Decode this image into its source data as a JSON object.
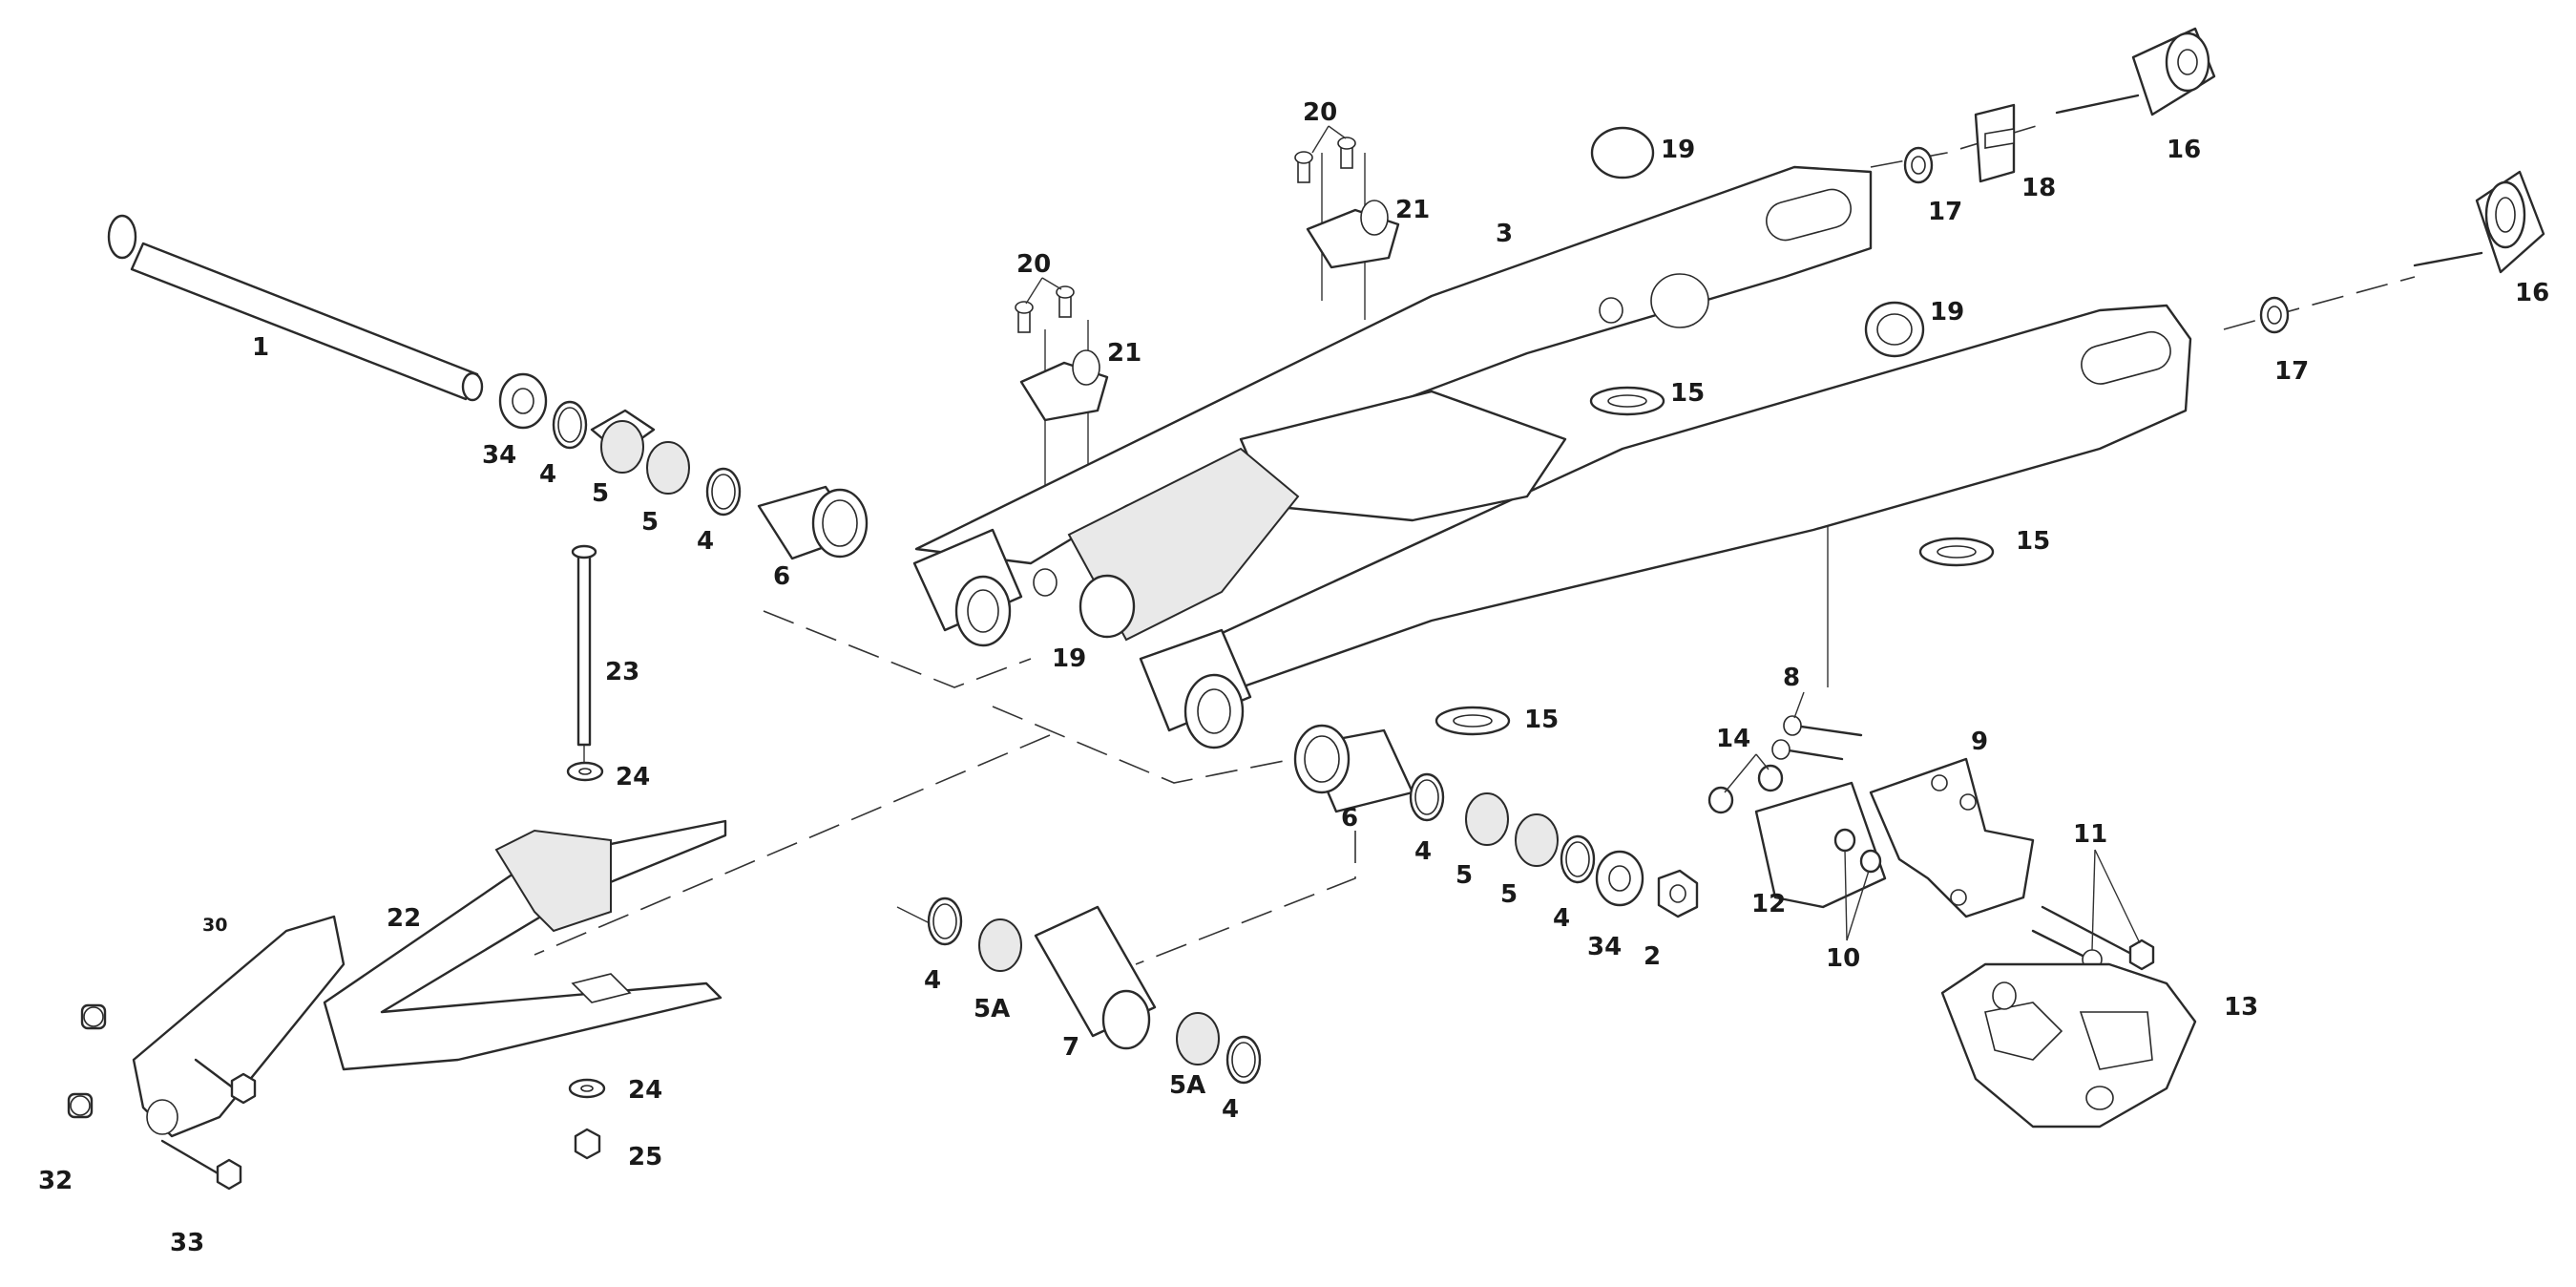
{
  "diagram": {
    "callouts": [
      {
        "id": "c1",
        "text": "1"
      },
      {
        "id": "c34a",
        "text": "34"
      },
      {
        "id": "c4a",
        "text": "4"
      },
      {
        "id": "c5a",
        "text": "5"
      },
      {
        "id": "c5b",
        "text": "5"
      },
      {
        "id": "c4b",
        "text": "4"
      },
      {
        "id": "c6a",
        "text": "6"
      },
      {
        "id": "c20a",
        "text": "20"
      },
      {
        "id": "c21a",
        "text": "21"
      },
      {
        "id": "c20b",
        "text": "20"
      },
      {
        "id": "c21b",
        "text": "21"
      },
      {
        "id": "c3",
        "text": "3"
      },
      {
        "id": "c19a",
        "text": "19"
      },
      {
        "id": "c19b",
        "text": "19"
      },
      {
        "id": "c19c",
        "text": "19"
      },
      {
        "id": "c17a",
        "text": "17"
      },
      {
        "id": "c18",
        "text": "18"
      },
      {
        "id": "c16a",
        "text": "16"
      },
      {
        "id": "c16b",
        "text": "16"
      },
      {
        "id": "c17b",
        "text": "17"
      },
      {
        "id": "c15a",
        "text": "15"
      },
      {
        "id": "c15b",
        "text": "15"
      },
      {
        "id": "c15c",
        "text": "15"
      },
      {
        "id": "c23",
        "text": "23"
      },
      {
        "id": "c24a",
        "text": "24"
      },
      {
        "id": "c22",
        "text": "22"
      },
      {
        "id": "c30",
        "text": "30"
      },
      {
        "id": "c32",
        "text": "32"
      },
      {
        "id": "c33",
        "text": "33"
      },
      {
        "id": "c24b",
        "text": "24"
      },
      {
        "id": "c25",
        "text": "25"
      },
      {
        "id": "c6b",
        "text": "6"
      },
      {
        "id": "c4c",
        "text": "4"
      },
      {
        "id": "c5c",
        "text": "5"
      },
      {
        "id": "c5d",
        "text": "5"
      },
      {
        "id": "c4d",
        "text": "4"
      },
      {
        "id": "c34b",
        "text": "34"
      },
      {
        "id": "c2",
        "text": "2"
      },
      {
        "id": "c4e",
        "text": "4"
      },
      {
        "id": "c5Aa",
        "text": "5A"
      },
      {
        "id": "c7",
        "text": "7"
      },
      {
        "id": "c5Ab",
        "text": "5A"
      },
      {
        "id": "c4f",
        "text": "4"
      },
      {
        "id": "c8",
        "text": "8"
      },
      {
        "id": "c14",
        "text": "14"
      },
      {
        "id": "c9",
        "text": "9"
      },
      {
        "id": "c12",
        "text": "12"
      },
      {
        "id": "c10",
        "text": "10"
      },
      {
        "id": "c11",
        "text": "11"
      },
      {
        "id": "c13",
        "text": "13"
      }
    ]
  }
}
